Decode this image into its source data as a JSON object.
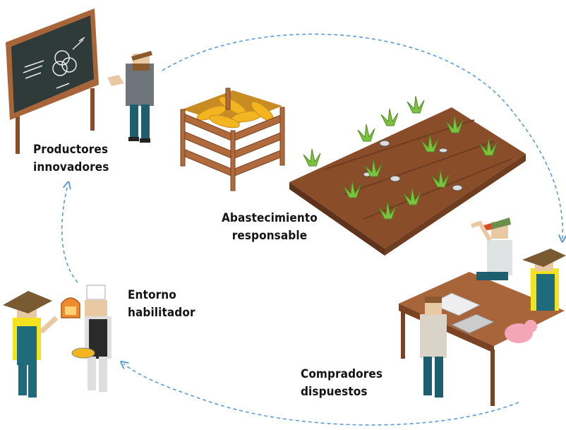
{
  "labels": {
    "productores": [
      "Productores",
      "innovadores"
    ],
    "abastecimiento": [
      "Abastecimiento",
      "responsable"
    ],
    "entorno": [
      "Entorno",
      "habilitador"
    ],
    "compradores": [
      "Compradores",
      "dispuestos"
    ]
  },
  "colors": {
    "cycle_arrow": "#5b9bd5",
    "soil": "#8a4d2a",
    "soil_dark": "#5e321b",
    "plant": "#7ec242",
    "chalkboard": "#2f3b38",
    "wood": "#a9653a",
    "farmer_shirt": "#f3e21d",
    "farmer_overalls": "#1f6b7c",
    "hat": "#7a5a33",
    "pig": "#f4a6b6"
  }
}
